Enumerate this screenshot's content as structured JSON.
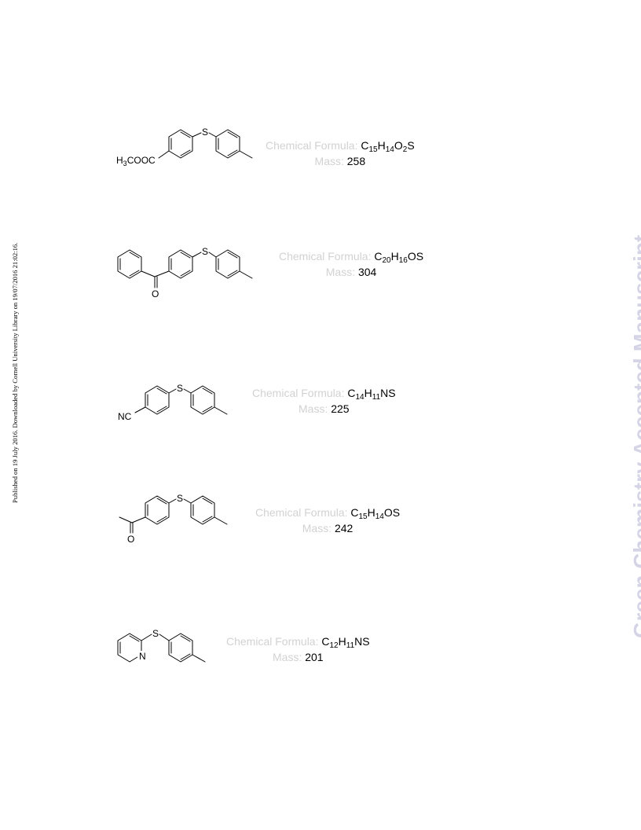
{
  "side_note": "Published on 19 July 2016. Downloaded by Cornell University Library on 19/07/2016 21:02:16.",
  "watermark": "Green Chemistry Accepted Manuscript",
  "compounds": [
    {
      "substituent_label": "H3COOC",
      "structure_labels": {
        "group": "H3COOC",
        "sulfur": "S"
      },
      "formula_label": "Chemical Formula:",
      "formula_parts": [
        "C",
        "15",
        "H",
        "14",
        "O",
        "2",
        "S"
      ],
      "mass_label": "Mass:",
      "mass": "258"
    },
    {
      "substituent_label": "benzoyl",
      "structure_labels": {
        "oxygen": "O",
        "sulfur": "S"
      },
      "formula_label": "Chemical Formula:",
      "formula_parts": [
        "C",
        "20",
        "H",
        "16",
        "OS"
      ],
      "mass_label": "Mass:",
      "mass": "304"
    },
    {
      "substituent_label": "NC",
      "structure_labels": {
        "group": "NC",
        "sulfur": "S"
      },
      "formula_label": "Chemical Formula:",
      "formula_parts": [
        "C",
        "14",
        "H",
        "11",
        "NS"
      ],
      "mass_label": "Mass:",
      "mass": "225"
    },
    {
      "substituent_label": "acetyl",
      "structure_labels": {
        "oxygen": "O",
        "sulfur": "S"
      },
      "formula_label": "Chemical Formula:",
      "formula_parts": [
        "C",
        "15",
        "H",
        "14",
        "OS"
      ],
      "mass_label": "Mass:",
      "mass": "242"
    },
    {
      "substituent_label": "pyridyl",
      "structure_labels": {
        "nitrogen": "N",
        "sulfur": "S"
      },
      "formula_label": "Chemical Formula:",
      "formula_parts": [
        "C",
        "12",
        "H",
        "11",
        "NS"
      ],
      "mass_label": "Mass:",
      "mass": "201"
    }
  ]
}
